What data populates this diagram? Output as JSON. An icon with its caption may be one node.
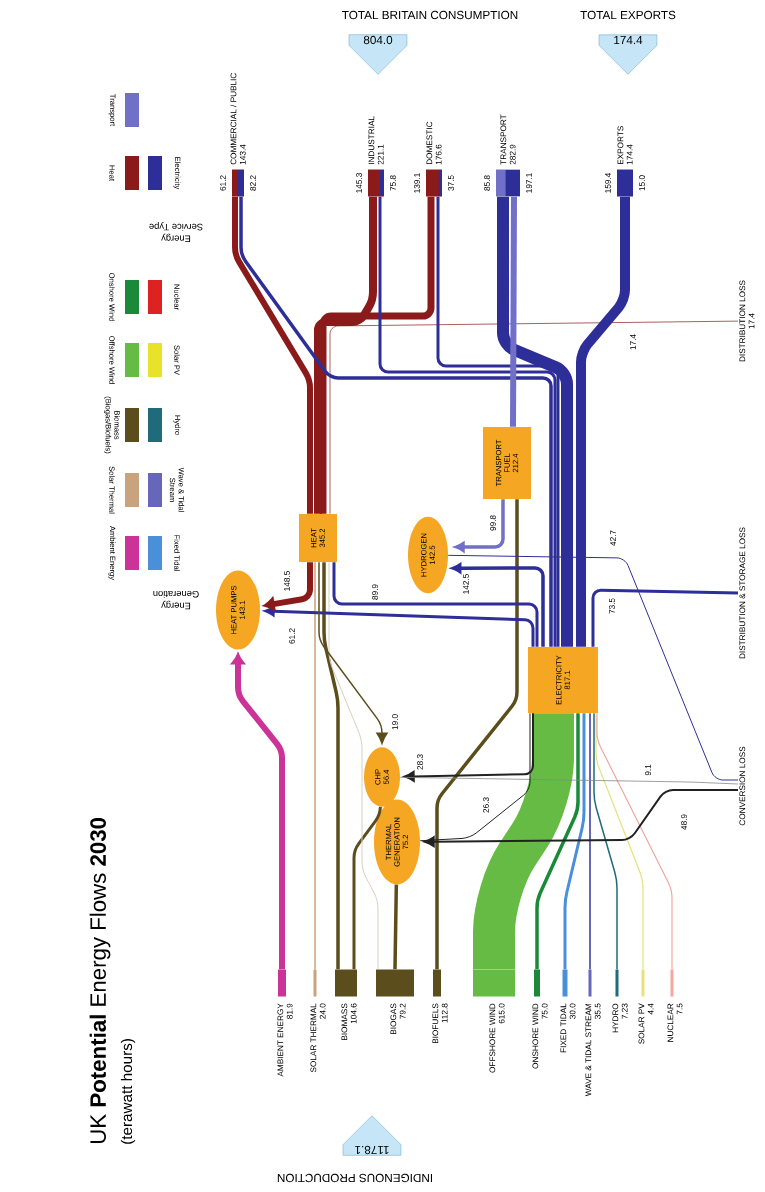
{
  "diagram": {
    "title": "UK **Potential** Energy Flows **2030**",
    "nodes": [
      {
        "text": [
          "TOTAL BRITAIN CONSUMPTION",
          "804.0"
        ]
      },
      {
        "text": [
          "TOTAL EXPORTS",
          "174.4"
        ]
      },
      {
        "text": [
          "COMMERCIAL / PUBLIC",
          "143.4"
        ],
        "beside": [
          "61.2",
          "82.2"
        ]
      },
      {
        "text": [
          "INDUSTRIAL",
          "221.1"
        ],
        "beside": [
          "145.3",
          "75.8"
        ]
      },
      {
        "text": [
          "DOMESTIC",
          "176.6"
        ],
        "beside": [
          "139.1",
          "37.5"
        ]
      },
      {
        "text": [
          "TRANSPORT",
          "282.9"
        ],
        "beside": [
          "85.8",
          "197.1"
        ]
      },
      {
        "text": [
          "EXPORTS",
          "174.4"
        ],
        "beside": [
          "159.4",
          "15.0"
        ]
      },
      {
        "text": [
          "HEAT PUMPS",
          "143.1"
        ]
      },
      {
        "text": [
          "HEAT",
          "345.2"
        ]
      },
      {
        "text": [
          "HYDROGEN",
          "142.5"
        ]
      },
      {
        "text": [
          "TRANSPORT FUEL",
          "212.4"
        ]
      },
      {
        "text": [
          "ELECTRICITY",
          "817.1"
        ]
      },
      {
        "text": [
          "CHP",
          "56.4"
        ]
      },
      {
        "text": [
          "THERMAL GENERATION",
          "75.2"
        ]
      },
      {
        "text": [
          "AMBIENT ENERGY",
          "81.9"
        ]
      },
      {
        "text": [
          "SOLAR THERMAL",
          "24.0"
        ]
      },
      {
        "text": [
          "BIOMASS",
          "104.6"
        ]
      },
      {
        "text": [
          "BIOGAS",
          "79.2"
        ]
      },
      {
        "text": [
          "BIOFUELS",
          "112.8"
        ]
      },
      {
        "text": [
          "OFFSHORE WIND",
          "615.0"
        ]
      },
      {
        "text": [
          "ONSHORE WIND",
          "75.0"
        ]
      },
      {
        "text": [
          "FIXED TIDAL",
          "30.0"
        ]
      },
      {
        "text": [
          "WAVE & TIDAL STREAM",
          "35.5"
        ]
      },
      {
        "text": [
          "HYDRO",
          "7.23"
        ]
      },
      {
        "text": [
          "SOLAR PV",
          "4.4"
        ]
      },
      {
        "text": [
          "NUCLEAR",
          "7.5"
        ]
      },
      {
        "text": [
          "DISTRIBUTION LOSS",
          "17.4"
        ]
      },
      {
        "text": [
          "DISTRIBUTION & STORAGE LOSS"
        ]
      },
      {
        "text": [
          "CONVERSION LOSS"
        ]
      },
      {
        "text": [
          "INDIGENOUS PRODUCTION",
          "1178.1"
        ]
      }
    ],
    "edges": [
      {
        "from": 14,
        "to": 7,
        "arrow": "to",
        "style": "thick",
        "color": "#cc3399"
      },
      {
        "from": 15,
        "to": 8,
        "arrow": "none",
        "color": "#c9a27e"
      },
      {
        "from": 16,
        "to": 8,
        "arrow": "none",
        "color": "#5c4d1c"
      },
      {
        "from": 16,
        "to": 12,
        "arrow": "none",
        "color": "#5c4d1c"
      },
      {
        "from": 17,
        "to": 8,
        "arrow": "none",
        "color": "#d8cfbf"
      },
      {
        "from": 17,
        "to": 13,
        "arrow": "none",
        "color": "#5c4d1c"
      },
      {
        "from": 18,
        "to": 10,
        "arrow": "none",
        "color": "#5c4d1c"
      },
      {
        "from": 19,
        "to": 11,
        "arrow": "none",
        "style": "thick",
        "color": "#66bb44"
      },
      {
        "from": 20,
        "to": 11,
        "arrow": "none",
        "color": "#1a8a3a"
      },
      {
        "from": 21,
        "to": 11,
        "arrow": "none",
        "color": "#4a90d9"
      },
      {
        "from": 22,
        "to": 11,
        "arrow": "none",
        "color": "#6666bb"
      },
      {
        "from": 23,
        "to": 11,
        "arrow": "none",
        "color": "#1f6b7a"
      },
      {
        "from": 24,
        "to": 11,
        "arrow": "none",
        "color": "#e8e27a"
      },
      {
        "from": 25,
        "to": 11,
        "arrow": "none",
        "color": "#f0a8a0"
      },
      {
        "from": 11,
        "to": 7,
        "arrow": "to",
        "label": "61.2"
      },
      {
        "from": 8,
        "to": 7,
        "arrow": "to",
        "label": "148.5",
        "style": "thick",
        "color": "#8b1a1a"
      },
      {
        "from": 11,
        "to": 8,
        "arrow": "none",
        "label": "89.9"
      },
      {
        "from": 11,
        "to": 9,
        "arrow": "to",
        "label": "142.5"
      },
      {
        "from": 10,
        "to": 9,
        "arrow": "to",
        "label": "99.8",
        "color": "#7070c8"
      },
      {
        "from": 9,
        "to": 28,
        "arrow": "none",
        "label": "42.7"
      },
      {
        "from": 8,
        "to": 12,
        "arrow": "to",
        "label": "19.0",
        "color": "#5c4d1c"
      },
      {
        "from": 11,
        "to": 12,
        "arrow": "to",
        "label": "28.3",
        "color": "#222222"
      },
      {
        "from": 12,
        "to": 28,
        "arrow": "none",
        "label": "9.1",
        "color": "#888888"
      },
      {
        "from": 28,
        "to": 13,
        "arrow": "to",
        "label": "48.9",
        "color": "#222222"
      },
      {
        "from": 11,
        "to": 13,
        "arrow": "none",
        "label": "26.3",
        "color": "#222222"
      },
      {
        "from": 8,
        "to": 2,
        "arrow": "none",
        "style": "thick",
        "color": "#8b1a1a"
      },
      {
        "from": 8,
        "to": 3,
        "arrow": "none",
        "style": "thick",
        "color": "#8b1a1a"
      },
      {
        "from": 8,
        "to": 4,
        "arrow": "none",
        "style": "thick",
        "color": "#8b1a1a"
      },
      {
        "from": 8,
        "to": 26,
        "arrow": "none",
        "label": "17.4",
        "color": "#8b1a1a"
      },
      {
        "from": 11,
        "to": 2,
        "arrow": "none"
      },
      {
        "from": 11,
        "to": 3,
        "arrow": "none"
      },
      {
        "from": 11,
        "to": 4,
        "arrow": "none"
      },
      {
        "from": 11,
        "to": 5,
        "arrow": "none",
        "style": "thick"
      },
      {
        "from": 11,
        "to": 6,
        "arrow": "none",
        "style": "thick"
      },
      {
        "from": 10,
        "to": 5,
        "arrow": "none",
        "style": "thick",
        "color": "#7070c8"
      },
      {
        "from": 11,
        "to": 27,
        "arrow": "none",
        "label": "73.5"
      }
    ],
    "labels": [
      "(terawatt hours)",
      "Energy Generation",
      "Energy Service Type"
    ],
    "legend": [
      {
        "text": "Ambient Energy",
        "color": "#cc3399"
      },
      {
        "text": "Fixed Tidal",
        "color": "#4a90d9"
      },
      {
        "text": "Solar Thermal",
        "color": "#c9a27e"
      },
      {
        "text": "Wave & Tidal Stream",
        "color": "#6666bb"
      },
      {
        "text": "Biomass (Biogas/Biofuels)",
        "color": "#5c4d1c"
      },
      {
        "text": "Hydro",
        "color": "#1f6b7a"
      },
      {
        "text": "Offshore Wind",
        "color": "#66bb44"
      },
      {
        "text": "Solar PV",
        "color": "#e8e22a"
      },
      {
        "text": "Onshore Wind",
        "color": "#1a8a3a"
      },
      {
        "text": "Nuclear",
        "color": "#dd2222"
      },
      {
        "text": "Heat",
        "color": "#8b1a1a"
      },
      {
        "text": "Electricity",
        "color": "#2e2e99"
      },
      {
        "text": "Transport",
        "color": "#7070c8"
      }
    ]
  }
}
